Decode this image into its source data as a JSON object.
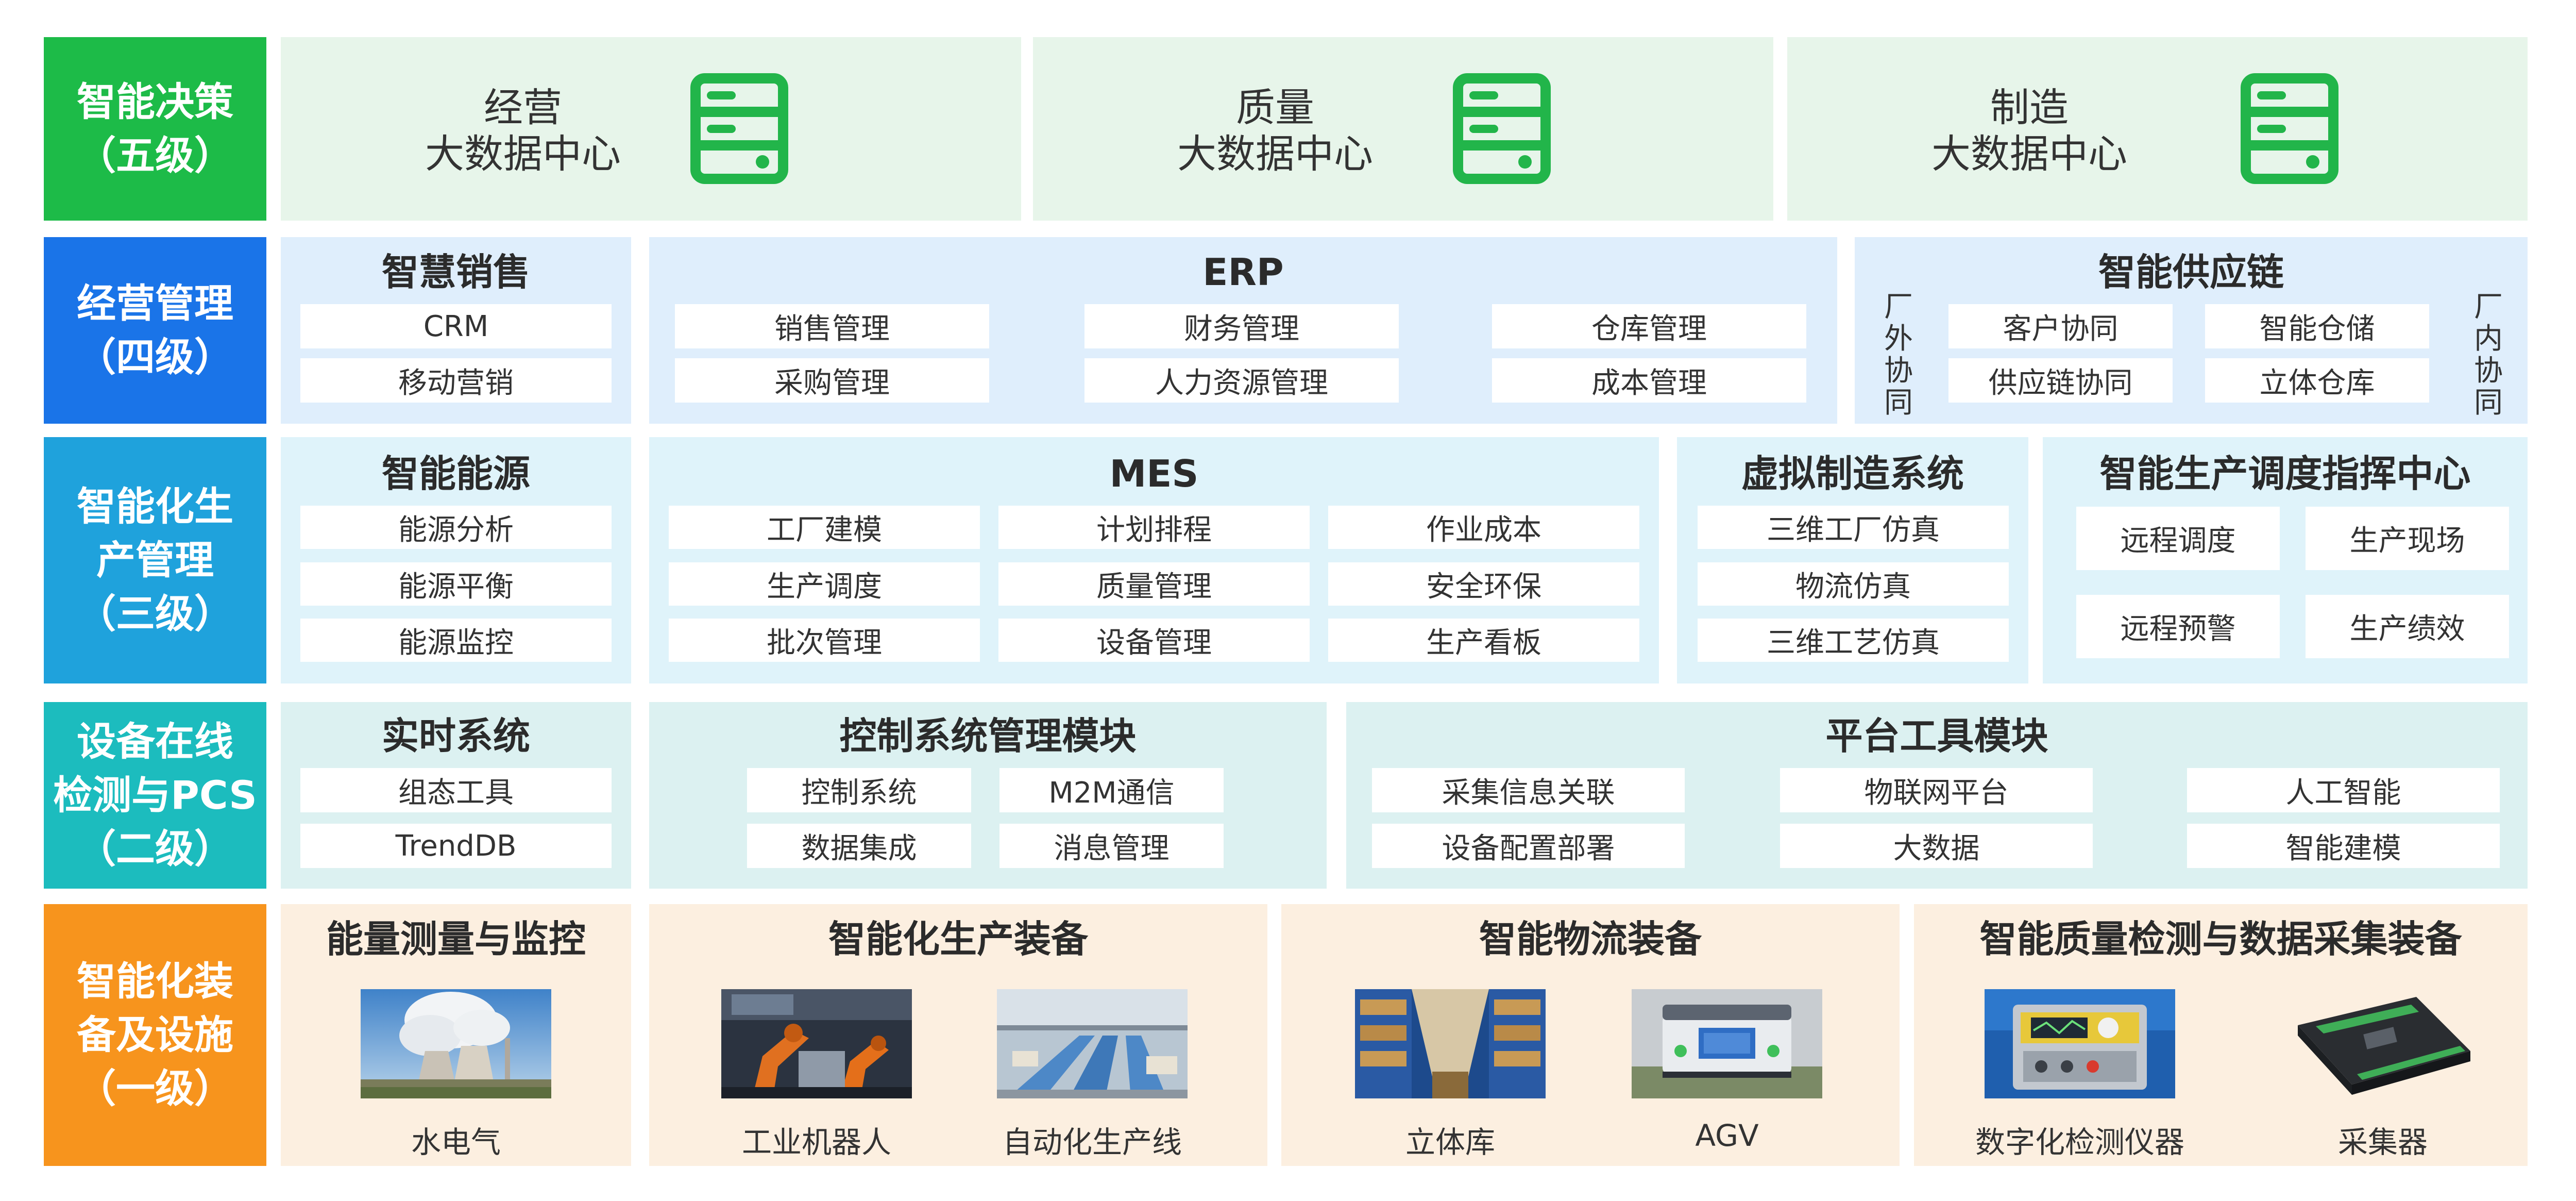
{
  "colors": {
    "l5": "#1dbb48",
    "l4": "#1a74e8",
    "l3": "#1fa2dc",
    "l2": "#1cbcbe",
    "l1": "#f7941d",
    "l5_bg": "#e7f5ea",
    "l4_bg": "#dfeefc",
    "l3_bg": "#dff3fa",
    "l2_bg": "#dcf1f1",
    "l1_bg": "#fcefe0",
    "server_icon": "#22b54a"
  },
  "levels": [
    {
      "label": "智能决策\n（五级）"
    },
    {
      "label": "经营管理\n（四级）"
    },
    {
      "label": "智能化生\n产管理\n（三级）"
    },
    {
      "label": "设备在线\n检测与PCS\n（二级）"
    },
    {
      "label": "智能化装\n备及设施\n（一级）"
    }
  ],
  "row5": {
    "centers": [
      {
        "line1": "经营",
        "line2": "大数据中心",
        "icon": "server-icon"
      },
      {
        "line1": "质量",
        "line2": "大数据中心",
        "icon": "server-icon"
      },
      {
        "line1": "制造",
        "line2": "大数据中心",
        "icon": "server-icon"
      }
    ]
  },
  "row4": {
    "sales": {
      "title": "智慧销售",
      "items": [
        "CRM",
        "移动营销"
      ]
    },
    "erp": {
      "title": "ERP",
      "items": [
        "销售管理",
        "财务管理",
        "仓库管理",
        "采购管理",
        "人力资源管理",
        "成本管理"
      ]
    },
    "scm": {
      "title": "智能供应链",
      "items": [
        "客户协同",
        "智能仓储",
        "供应链协同",
        "立体仓库"
      ],
      "left_vertical": "厂外协同",
      "right_vertical": "厂内协同"
    }
  },
  "row3": {
    "energy": {
      "title": "智能能源",
      "items": [
        "能源分析",
        "能源平衡",
        "能源监控"
      ]
    },
    "mes": {
      "title": "MES",
      "items": [
        "工厂建模",
        "计划排程",
        "作业成本",
        "生产调度",
        "质量管理",
        "安全环保",
        "批次管理",
        "设备管理",
        "生产看板"
      ]
    },
    "virtual": {
      "title": "虚拟制造系统",
      "items": [
        "三维工厂仿真",
        "物流仿真",
        "三维工艺仿真"
      ]
    },
    "dispatch": {
      "title": "智能生产调度指挥中心",
      "items": [
        "远程调度",
        "生产现场",
        "远程预警",
        "生产绩效"
      ]
    }
  },
  "row2": {
    "realtime": {
      "title": "实时系统",
      "items": [
        "组态工具",
        "TrendDB"
      ]
    },
    "control": {
      "title": "控制系统管理模块",
      "items": [
        "控制系统",
        "M2M通信",
        "数据集成",
        "消息管理"
      ]
    },
    "platform": {
      "title": "平台工具模块",
      "items": [
        "采集信息关联",
        "物联网平台",
        "人工智能",
        "设备配置部署",
        "大数据",
        "智能建模"
      ]
    }
  },
  "row1": {
    "energy_monitor": {
      "title": "能量测量与监控",
      "items": [
        {
          "caption": "水电气",
          "image": "power-plant-photo"
        }
      ]
    },
    "production": {
      "title": "智能化生产装备",
      "items": [
        {
          "caption": "工业机器人",
          "image": "industrial-robot-photo"
        },
        {
          "caption": "自动化生产线",
          "image": "production-line-photo"
        }
      ]
    },
    "logistics": {
      "title": "智能物流装备",
      "items": [
        {
          "caption": "立体库",
          "image": "warehouse-photo"
        },
        {
          "caption": "AGV",
          "image": "agv-photo"
        }
      ]
    },
    "quality": {
      "title": "智能质量检测与数据采集装备",
      "items": [
        {
          "caption": "数字化检测仪器",
          "image": "instrument-photo"
        },
        {
          "caption": "采集器",
          "image": "collector-photo"
        }
      ]
    }
  }
}
